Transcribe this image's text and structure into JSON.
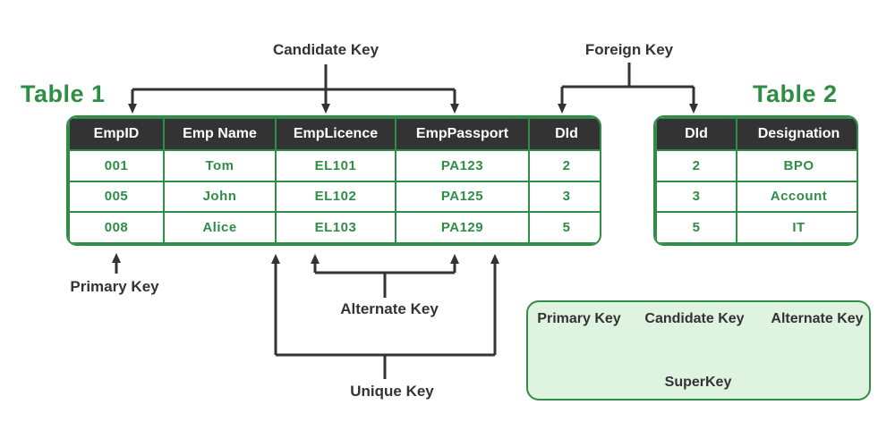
{
  "colors": {
    "green": "#2f8d46",
    "dark_text": "#333333",
    "header_bg": "#333333",
    "header_text": "#ffffff",
    "legend_bg": "#dff3e1",
    "background": "#ffffff"
  },
  "labels": {
    "candidate_key": "Candidate Key",
    "foreign_key": "Foreign Key",
    "primary_key": "Primary Key",
    "alternate_key": "Alternate Key",
    "unique_key": "Unique Key"
  },
  "table1": {
    "title": "Table 1",
    "columns": [
      "EmpID",
      "Emp Name",
      "EmpLicence",
      "EmpPassport",
      "DId"
    ],
    "rows": [
      [
        "001",
        "Tom",
        "EL101",
        "PA123",
        "2"
      ],
      [
        "005",
        "John",
        "EL102",
        "PA125",
        "3"
      ],
      [
        "008",
        "Alice",
        "EL103",
        "PA129",
        "5"
      ]
    ]
  },
  "table2": {
    "title": "Table 2",
    "columns": [
      "DId",
      "Designation"
    ],
    "rows": [
      [
        "2",
        "BPO"
      ],
      [
        "3",
        "Account"
      ],
      [
        "5",
        "IT"
      ]
    ]
  },
  "legend": {
    "items": [
      "Primary Key",
      "Candidate Key",
      "Alternate Key"
    ],
    "result": "SuperKey"
  }
}
